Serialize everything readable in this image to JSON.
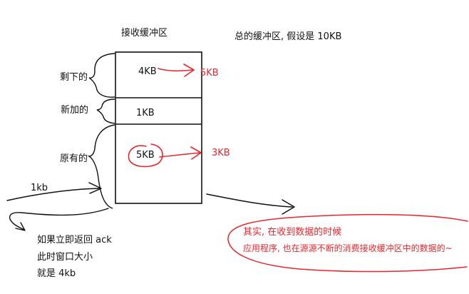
{
  "colors": {
    "ink": "#111111",
    "red_ink": "#e8262d",
    "background": "#ffffff"
  },
  "texts": {
    "buffer_title": "接收缓冲区",
    "total_note": "总的缓冲区, 假设是 10KB",
    "label_remaining": "剩下的",
    "label_new": "新加的",
    "label_existing": "原有的",
    "cell_top": "4KB",
    "cell_top_red": "5KB",
    "cell_middle": "1KB",
    "cell_bottom": "5KB",
    "cell_bottom_red": "3KB",
    "incoming": "1kb",
    "note_line1": "如果立即返回 ack",
    "note_line2": "此时窗口大小",
    "note_line3": "就是 4kb",
    "red_note_line1": "其实, 在收到数据的时候",
    "red_note_line2": "应用程序, 也在源源不断的消费接收缓冲区中的数据的~"
  }
}
